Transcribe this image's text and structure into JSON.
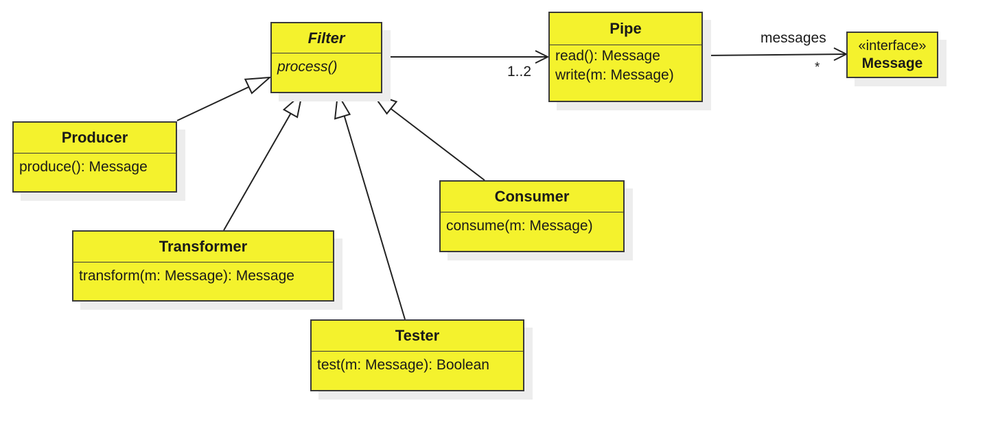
{
  "colors": {
    "class_fill": "#f4f22d",
    "border": "#3a3a3a",
    "line": "#222222"
  },
  "classes": {
    "filter": {
      "name": "Filter",
      "operations": [
        "process()"
      ]
    },
    "pipe": {
      "name": "Pipe",
      "operations": [
        "read(): Message",
        "write(m: Message)"
      ]
    },
    "producer": {
      "name": "Producer",
      "operations": [
        "produce(): Message"
      ]
    },
    "transformer": {
      "name": "Transformer",
      "operations": [
        "transform(m: Message): Message"
      ]
    },
    "tester": {
      "name": "Tester",
      "operations": [
        "test(m: Message): Boolean"
      ]
    },
    "consumer": {
      "name": "Consumer",
      "operations": [
        "consume(m: Message)"
      ]
    }
  },
  "interfaces": {
    "message": {
      "stereotype": "«interface»",
      "name": "Message"
    }
  },
  "associations": {
    "filter_pipe": {
      "multiplicity": "1..2"
    },
    "pipe_message": {
      "role": "messages",
      "multiplicity": "*"
    }
  },
  "relations": {
    "generalizations": [
      "Producer",
      "Transformer",
      "Tester",
      "Consumer"
    ]
  }
}
